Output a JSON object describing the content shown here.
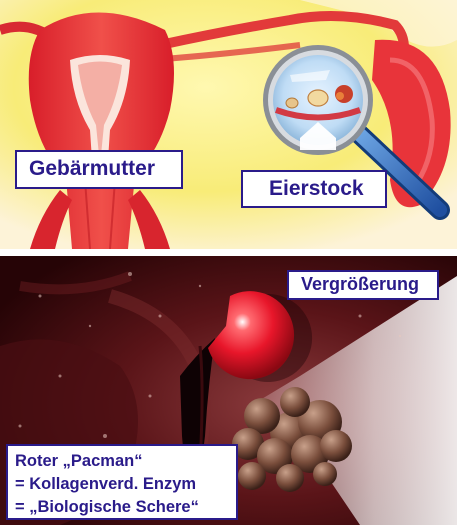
{
  "labels": {
    "uterus": "Gebärmutter",
    "ovary": "Eierstock",
    "magnification": "Vergrößerung"
  },
  "caption": {
    "line1": "Roter „Pacman“",
    "line2": "= Kollagenverd. Enzym",
    "line3": "= „Biologische Schere“"
  },
  "colors": {
    "label_text": "#2a1b8a",
    "label_border": "#2a1b8a",
    "uterus_red": "#e8343a",
    "pacman_red": "#e8162a",
    "background_top": "#fdf3c4",
    "tissue_dark": "#2a0608"
  },
  "icons": {
    "magnifier": "magnifying-glass-icon",
    "pacman": "red-pacman-sphere",
    "follicle": "follicle-cluster"
  }
}
